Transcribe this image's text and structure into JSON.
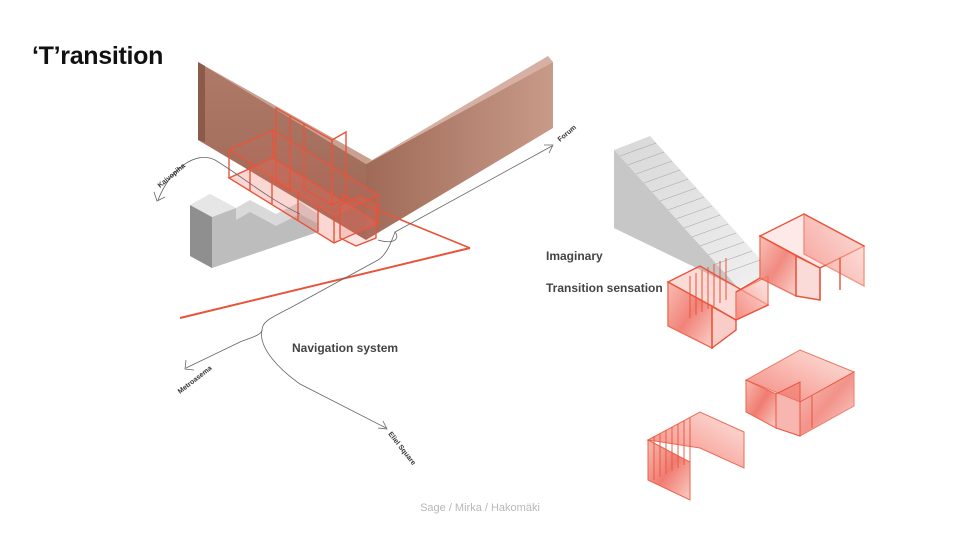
{
  "slide": {
    "title": "‘T’ransition",
    "footer": "Sage / Mirka / Hakomäki"
  },
  "diagram": {
    "labels": {
      "navigation": "Navigation system",
      "imaginary": "Imaginary",
      "transition_sensation": "Transition sensation"
    },
    "destinations": {
      "kaivopiha": "Kaivopiha",
      "forum": "Forum",
      "metroasema": "Metroasema",
      "eliel_square": "Eliel Square"
    },
    "colors": {
      "accent": "#e8543a",
      "brick": "#b5806e",
      "concrete": "#a9a9a9"
    }
  }
}
